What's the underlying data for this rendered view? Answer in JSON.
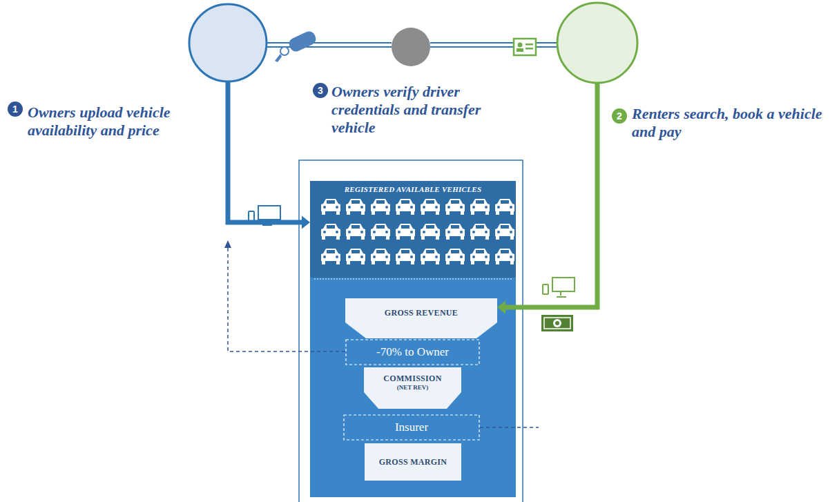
{
  "diagram": {
    "nodes": [
      {
        "text": [
          "Owners upload vehicle availability and price"
        ]
      },
      {
        "text": [
          "Owners verify driver credentials and transfer vehicle"
        ]
      },
      {
        "text": [
          "Renters search, book a vehicle and pay"
        ]
      },
      {
        "text": [
          "REGISTERED AVAILABLE VEHICLES"
        ]
      },
      {
        "text": [
          "GROSS REVENUE"
        ]
      },
      {
        "text": [
          "-70% to Owner"
        ]
      },
      {
        "text": [
          "COMMISSION",
          "(NET REV)"
        ]
      },
      {
        "text": [
          "Insurer"
        ]
      },
      {
        "text": [
          "GROSS MARGIN"
        ]
      }
    ],
    "edges": [
      {
        "from": 0,
        "to": 3,
        "arrow": "to"
      },
      {
        "from": 2,
        "to": 4,
        "arrow": "to"
      },
      {
        "from": 0,
        "to": 1,
        "arrow": "none"
      },
      {
        "from": 1,
        "to": 2,
        "arrow": "none"
      }
    ],
    "labels": [
      "1",
      "2",
      "3"
    ]
  }
}
